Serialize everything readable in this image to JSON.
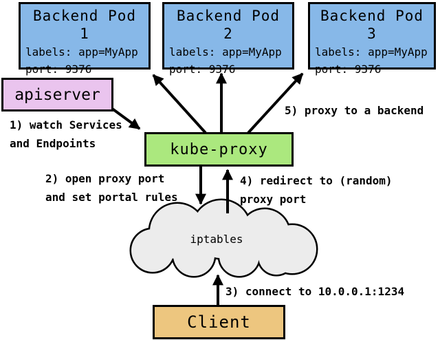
{
  "pods": [
    {
      "title": "Backend Pod 1",
      "labels": "labels: app=MyApp",
      "port": "port: 9376"
    },
    {
      "title": "Backend Pod 2",
      "labels": "labels: app=MyApp",
      "port": "port: 9376"
    },
    {
      "title": "Backend Pod 3",
      "labels": "labels: app=MyApp",
      "port": "port: 9376"
    }
  ],
  "nodes": {
    "apiserver": "apiserver",
    "kube_proxy": "kube-proxy",
    "iptables": "iptables",
    "client": "Client"
  },
  "annotations": {
    "step1": "1) watch Services\nand Endpoints",
    "step2": "2) open proxy port\nand set portal rules",
    "step3": "3) connect to 10.0.0.1:1234",
    "step4": "4) redirect to (random)\nproxy port",
    "step5": "5) proxy to a backend"
  },
  "colors": {
    "pod_fill": "#87b8e8",
    "apiserver_fill": "#eac4ee",
    "kube_proxy_fill": "#abe87e",
    "client_fill": "#edc67f",
    "cloud_fill": "#ececec",
    "outline": "#000000"
  }
}
